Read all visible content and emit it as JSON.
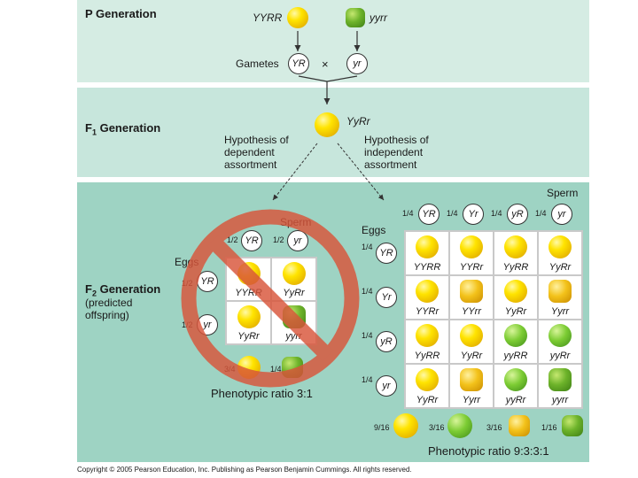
{
  "p_generation": {
    "title": "P Generation",
    "parent1": "YYRR",
    "parent2": "yyrr",
    "gametes_label": "Gametes",
    "gamete1": "YR",
    "gamete2": "yr",
    "cross": "×"
  },
  "f1_generation": {
    "title_main": "F",
    "title_sub": "1",
    "title_rest": " Generation",
    "genotype": "YyRr",
    "hyp_dependent": [
      "Hypothesis of",
      "dependent",
      "assortment"
    ],
    "hyp_independent": [
      "Hypothesis of",
      "independent",
      "assortment"
    ]
  },
  "f2_generation": {
    "title_main": "F",
    "title_sub": "2",
    "title_rest": " Generation",
    "subtitle": [
      "(predicted",
      "offspring)"
    ]
  },
  "dependent": {
    "sperm_label": "Sperm",
    "eggs_label": "Eggs",
    "frac_half": "1/2",
    "gametes": [
      "YR",
      "yr"
    ],
    "cells": [
      {
        "g": "YYRR",
        "t": "yr"
      },
      {
        "g": "YyRr",
        "t": "yr"
      },
      {
        "g": "YyRr",
        "t": "yr"
      },
      {
        "g": "yyrr",
        "t": "gw"
      }
    ],
    "ratio_fracs": [
      "3/4",
      "1/4"
    ],
    "phenotypic_ratio": "Phenotypic ratio 3:1"
  },
  "independent": {
    "sperm_label": "Sperm",
    "eggs_label": "Eggs",
    "frac_quarter": "1/4",
    "gametes": [
      "YR",
      "Yr",
      "yR",
      "yr"
    ],
    "cells": [
      {
        "g": "YYRR",
        "t": "yr"
      },
      {
        "g": "YYRr",
        "t": "yr"
      },
      {
        "g": "YyRR",
        "t": "yr"
      },
      {
        "g": "YyRr",
        "t": "yr"
      },
      {
        "g": "YYRr",
        "t": "yr"
      },
      {
        "g": "YYrr",
        "t": "yw"
      },
      {
        "g": "YyRr",
        "t": "yr"
      },
      {
        "g": "Yyrr",
        "t": "yw"
      },
      {
        "g": "YyRR",
        "t": "yr"
      },
      {
        "g": "YyRr",
        "t": "yr"
      },
      {
        "g": "yyRR",
        "t": "gr"
      },
      {
        "g": "yyRr",
        "t": "gr"
      },
      {
        "g": "YyRr",
        "t": "yr"
      },
      {
        "g": "Yyrr",
        "t": "yw"
      },
      {
        "g": "yyRr",
        "t": "gr"
      },
      {
        "g": "yyrr",
        "t": "gw"
      }
    ],
    "ratio_fracs": [
      "9/16",
      "3/16",
      "3/16",
      "1/16"
    ],
    "phenotypic_ratio": "Phenotypic ratio 9:3:3:1"
  },
  "copyright": "Copyright © 2005 Pearson Education, Inc. Publishing as Pearson Benjamin Cummings. All rights reserved.",
  "colors": {
    "band_p": "#d5ece3",
    "band_f1": "#c7e6dc",
    "band_f2": "#9ed3c3",
    "no_sign": "#d9553a"
  }
}
